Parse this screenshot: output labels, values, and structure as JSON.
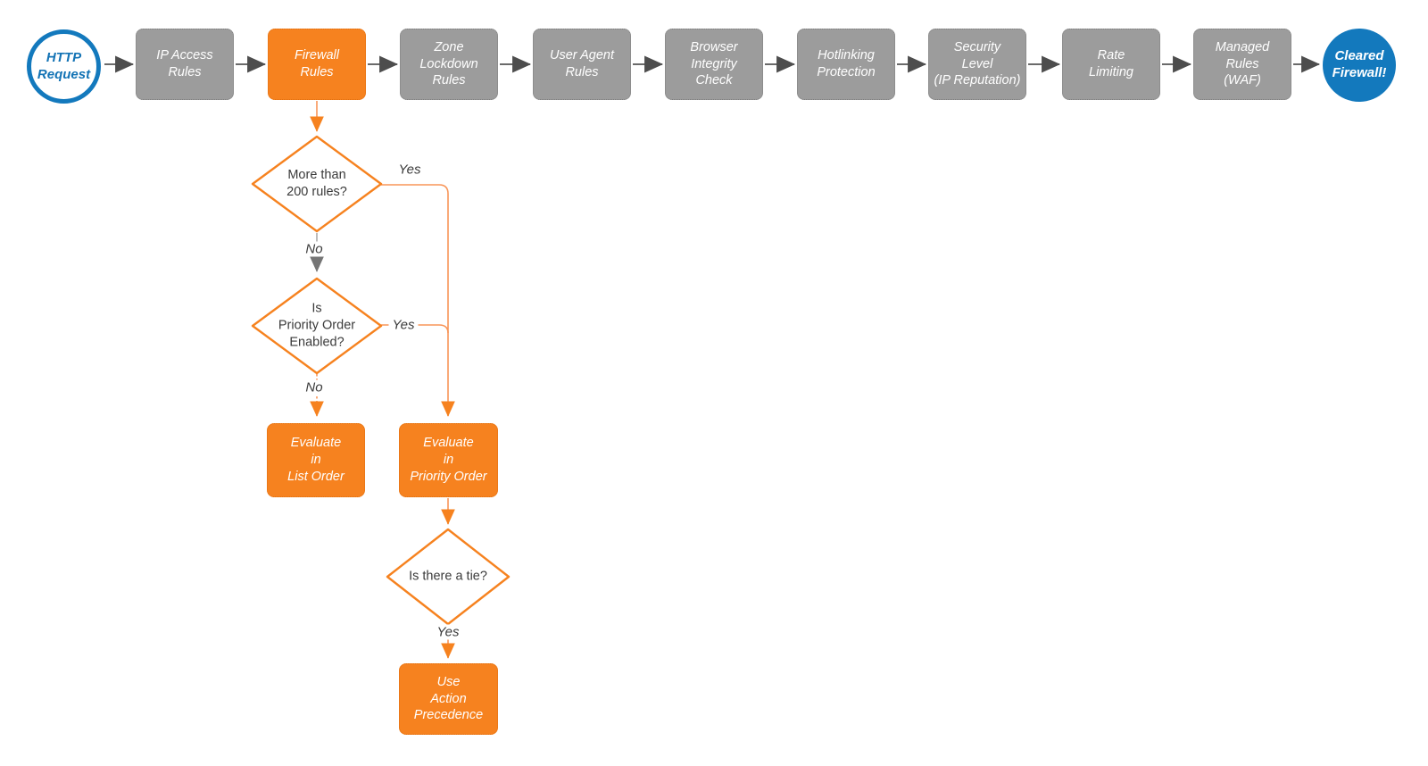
{
  "colors": {
    "orange": "#F6821F",
    "orange_line": "#F89558",
    "blue": "#1379BD",
    "gray_box": "#9C9C9C",
    "arrow_gray": "#4D4D4D",
    "text_dark": "#3A3A3A"
  },
  "nodes": {
    "start": "HTTP\nRequest",
    "ip_access": "IP Access\nRules",
    "firewall": "Firewall\nRules",
    "zone_lockdown": "Zone\nLockdown\nRules",
    "user_agent": "User Agent\nRules",
    "browser_integrity": "Browser\nIntegrity\nCheck",
    "hotlinking": "Hotlinking\nProtection",
    "security_level": "Security\nLevel\n(IP Reputation)",
    "rate_limiting": "Rate\nLimiting",
    "managed_rules": "Managed\nRules\n(WAF)",
    "end": "Cleared\nFirewall!",
    "decision_rules_count": "More than\n200 rules?",
    "decision_priority_order": "Is\nPriority Order\nEnabled?",
    "decision_tie": "Is there a tie?",
    "evaluate_list_order": "Evaluate\nin\nList Order",
    "evaluate_priority_order": "Evaluate\nin\nPriority Order",
    "use_action_precedence": "Use\nAction\nPrecedence"
  },
  "edge_labels": {
    "rules_count_yes": "Yes",
    "rules_count_no": "No",
    "priority_order_yes": "Yes",
    "priority_order_no": "No",
    "tie_yes": "Yes"
  }
}
